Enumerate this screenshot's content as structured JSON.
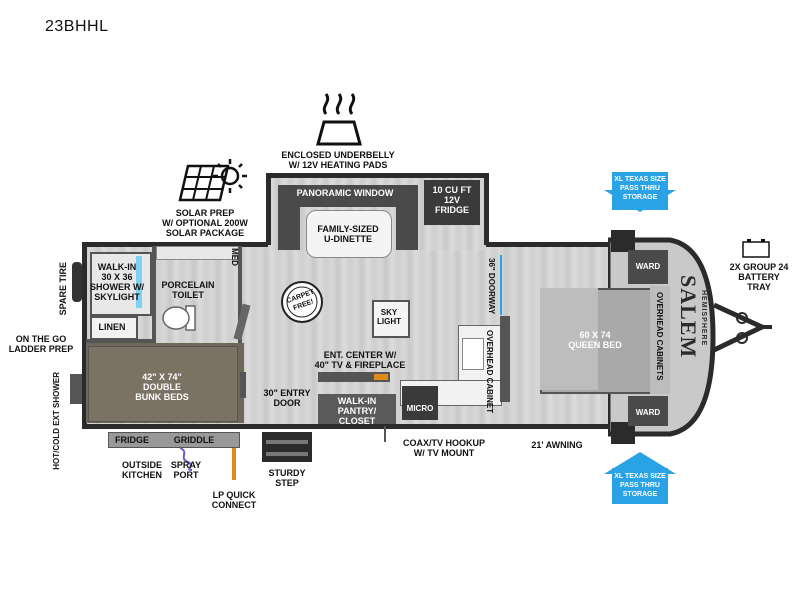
{
  "model": "23BHHL",
  "brand": {
    "line1": "SALEM",
    "line2": "HEMISPHERE"
  },
  "labels": {
    "underbelly": "ENCLOSED UNDERBELLY",
    "underbelly2": "W/ 12V HEATING PADS",
    "solar1": "SOLAR PREP",
    "solar2": "W/ OPTIONAL 200W",
    "solar3": "SOLAR PACKAGE",
    "panoramic": "PANORAMIC WINDOW",
    "fridge1": "10 CU FT",
    "fridge2": "12V",
    "fridge3": "FRIDGE",
    "dinette1": "FAMILY-SIZED",
    "dinette2": "U-DINETTE",
    "storage_top1": "XL TEXAS SIZE",
    "storage_top2": "PASS THRU",
    "storage_top3": "STORAGE",
    "storage_bot1": "XL TEXAS SIZE",
    "storage_bot2": "PASS THRU",
    "storage_bot3": "STORAGE",
    "battery1": "2X GROUP 24",
    "battery2": "BATTERY",
    "battery3": "TRAY",
    "spare_tire": "SPARE TIRE",
    "walkin1": "WALK-IN",
    "walkin2": "30 X 36",
    "walkin3": "SHOWER W/",
    "walkin4": "SKYLIGHT",
    "med": "MED",
    "porcelain1": "PORCELAIN",
    "porcelain2": "TOILET",
    "carpet1": "CARPET",
    "carpet2": "FREE!",
    "doorway": "36\" DOORWAY",
    "ward_top": "WARD",
    "ward_bot": "WARD",
    "overhead_cabinets": "OVERHEAD CABINETS",
    "queen1": "60 X 74",
    "queen2": "QUEEN BED",
    "ladder1": "ON THE GO",
    "ladder2": "LADDER PREP",
    "linen": "LINEN",
    "skylight1": "SKY",
    "skylight2": "LIGHT",
    "overhead_cabinet": "OVERHEAD CABINET",
    "ent1": "ENT. CENTER W/",
    "ent2": "40\" TV & FIREPLACE",
    "bunk1": "42\" X 74\"",
    "bunk2": "DOUBLE",
    "bunk3": "BUNK BEDS",
    "ext_shower": "HOT/COLD EXT SHOWER",
    "entry1": "30\" ENTRY",
    "entry2": "DOOR",
    "pantry1": "WALK-IN",
    "pantry2": "PANTRY/",
    "pantry3": "CLOSET",
    "micro": "MICRO",
    "fridge_out": "FRIDGE",
    "griddle": "GRIDDLE",
    "coax1": "COAX/TV HOOKUP",
    "coax2": "W/ TV MOUNT",
    "awning": "21' AWNING",
    "outside1": "OUTSIDE",
    "outside2": "KITCHEN",
    "spray1": "SPRAY",
    "spray2": "PORT",
    "sturdy1": "STURDY",
    "sturdy2": "STEP",
    "lp1": "LP QUICK",
    "lp2": "CONNECT"
  },
  "colors": {
    "storage_blue": "#2aa3e6",
    "wall": "#2b2b2b",
    "floor": "#d2d2d2",
    "dark_furniture": "#4a4a4a",
    "bed": "#a9a9a9"
  },
  "icons": [
    "heat-icon",
    "solar-panel-icon",
    "sun-icon",
    "battery-icon",
    "arrow-down-icon",
    "arrow-up-icon"
  ]
}
